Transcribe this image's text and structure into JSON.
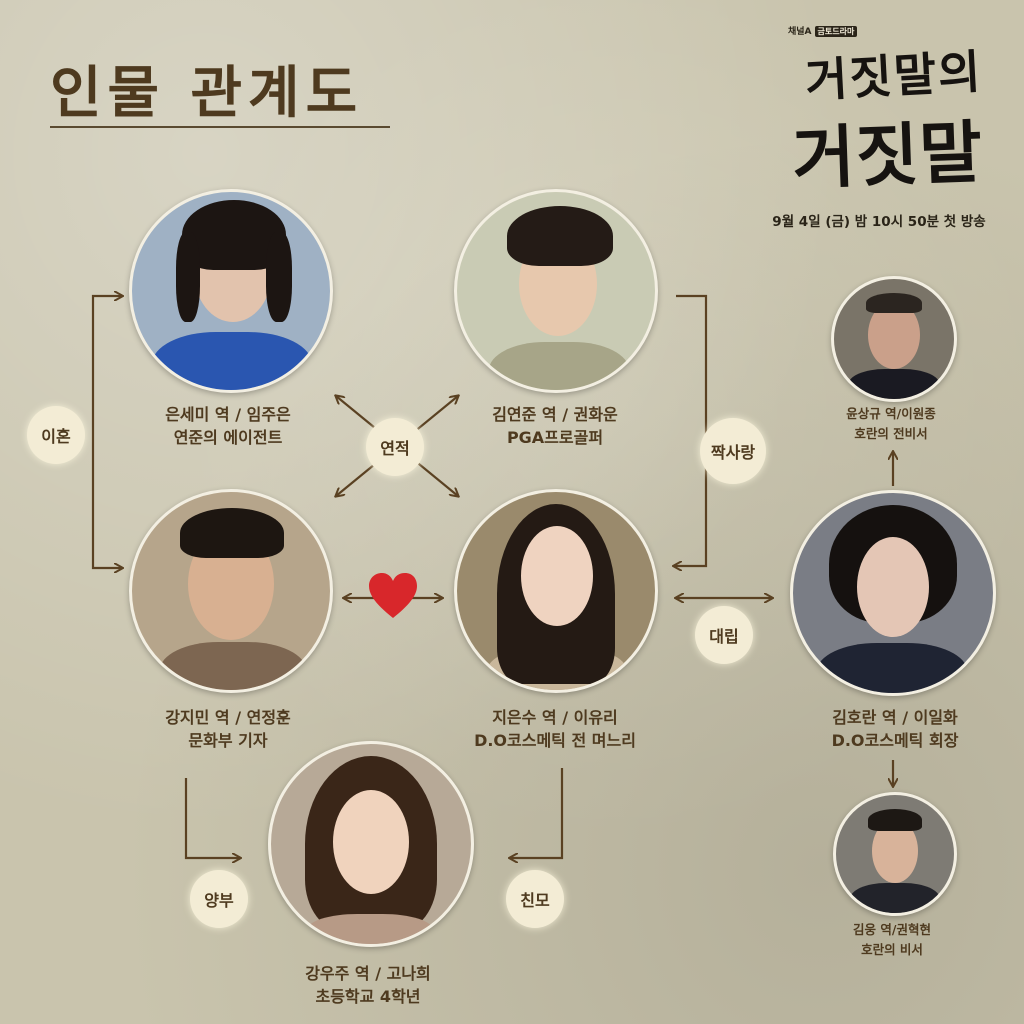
{
  "title": "인물 관계도",
  "show": {
    "channel": "채널A",
    "channel_tag": "금토드라마",
    "logo_line1": "거짓말의",
    "logo_line2": "거짓말",
    "airdate": "9월 4일 (금) 밤 10시 50분 첫 방송"
  },
  "characters": {
    "eun_semi": {
      "line1": "은세미 역 / 임주은",
      "line2": "연준의 에이전트"
    },
    "kim_yeonjun": {
      "line1": "김연준 역 / 권화운",
      "line2": "PGA프로골퍼"
    },
    "kang_jimin": {
      "line1": "강지민 역 / 연정훈",
      "line2": "문화부 기자"
    },
    "ji_eunsu": {
      "line1": "지은수 역 / 이유리",
      "line2": "D.O코스메틱 전 며느리"
    },
    "kang_uju": {
      "line1": "강우주 역 / 고나희",
      "line2": "초등학교 4학년"
    },
    "kim_horan": {
      "line1": "김호란 역 / 이일화",
      "line2": "D.O코스메틱 회장"
    },
    "yun_sanggyu": {
      "line1": "윤상규 역/이원종",
      "line2": "호란의 전비서"
    },
    "kim_ung": {
      "line1": "김웅 역/권혁현",
      "line2": "호란의 비서"
    }
  },
  "relations": {
    "divorce": "이혼",
    "acting": "연적",
    "one_sided": "짝사랑",
    "conflict": "대립",
    "adoptive_father": "양부",
    "birth_mother": "친모"
  },
  "colors": {
    "line": "#5a4122",
    "heart": "#d8272b",
    "title": "#4e3a1f"
  }
}
